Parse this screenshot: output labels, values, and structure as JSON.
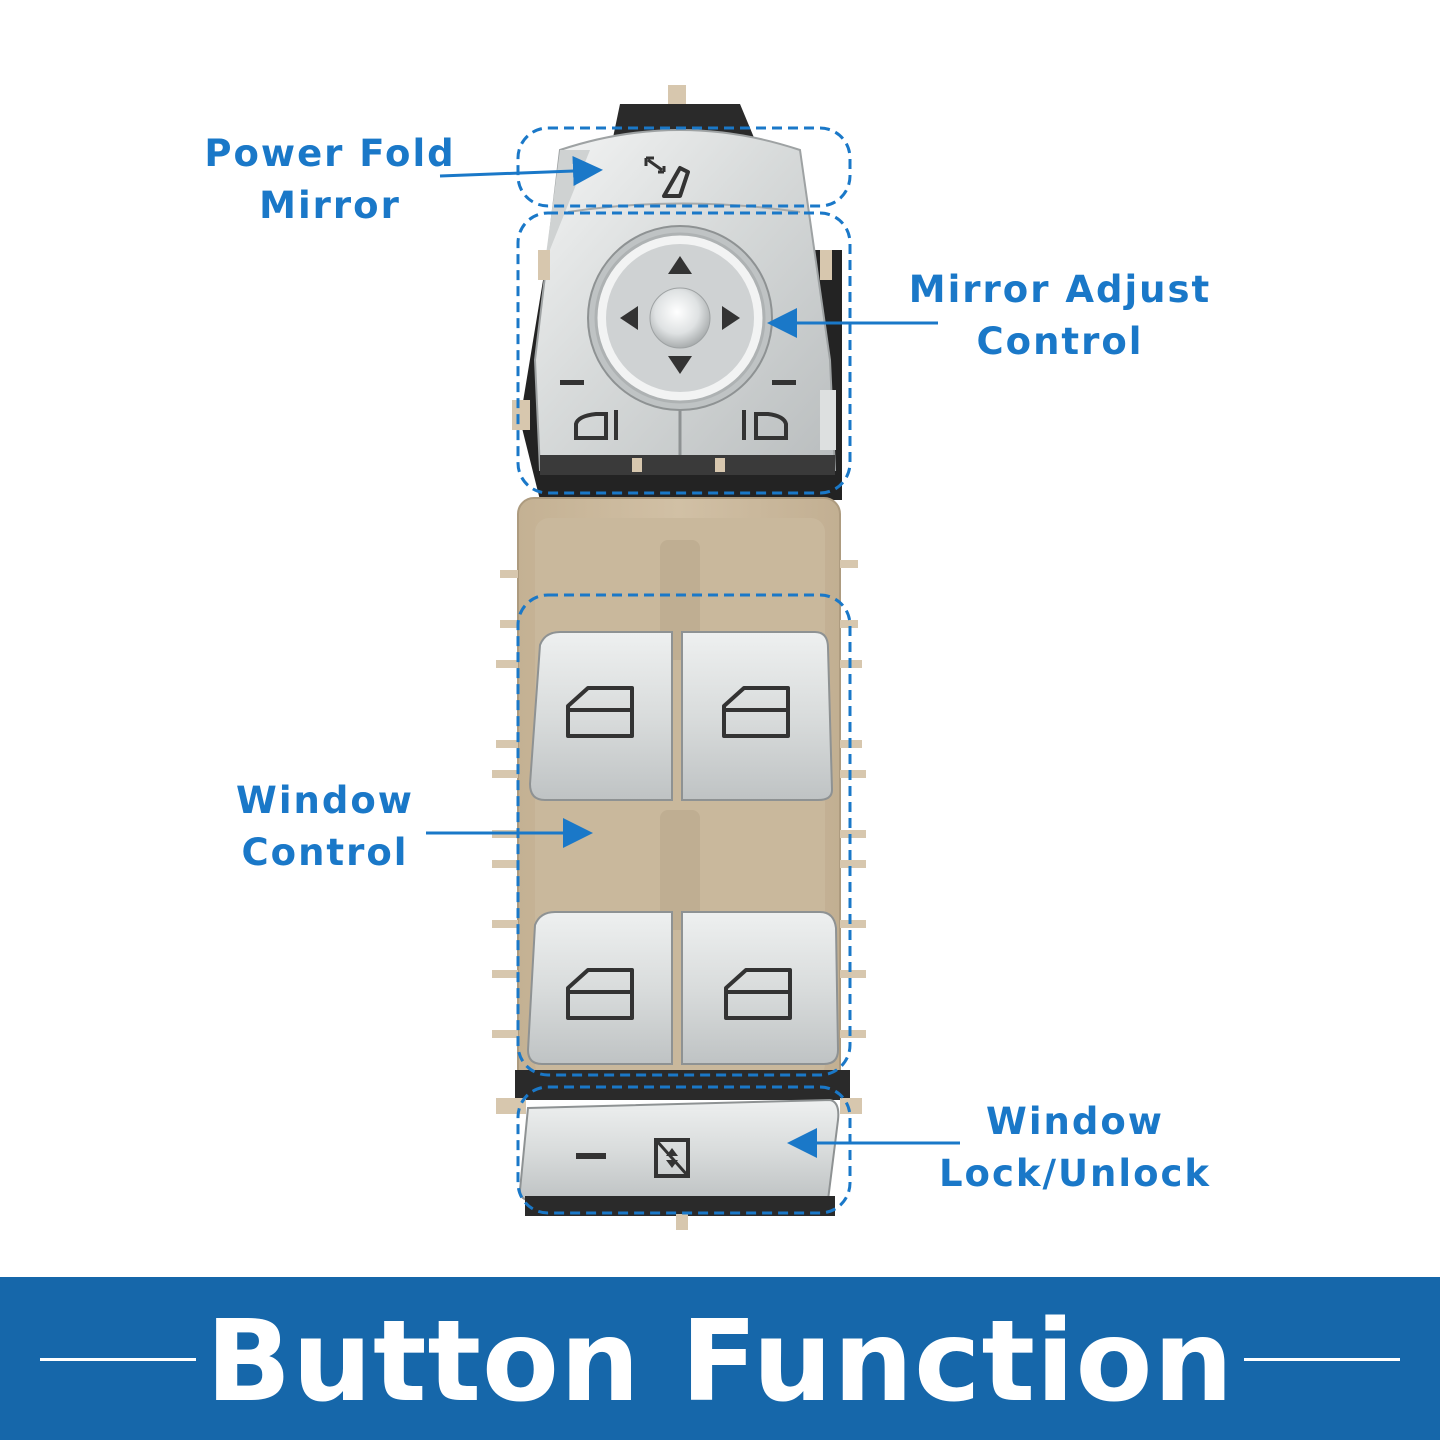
{
  "labels": {
    "power_fold": [
      "Power Fold",
      "Mirror"
    ],
    "mirror_adjust": [
      "Mirror Adjust",
      "Control"
    ],
    "window_control": [
      "Window",
      "Control"
    ],
    "window_lock": [
      "Window",
      "Lock/Unlock"
    ]
  },
  "banner": {
    "title": "Button Function"
  },
  "colors": {
    "label_blue": "#1a78c8",
    "banner_blue": "#1667aa",
    "bezel_beige": "#cdbba0",
    "chrome_silver": "#d8dcdc",
    "dark_trim": "#2a2a2a"
  },
  "icons": [
    "power-fold-mirror-icon",
    "arrow-up-icon",
    "arrow-down-icon",
    "arrow-left-icon",
    "arrow-right-icon",
    "left-mirror-icon",
    "right-mirror-icon",
    "window-icon",
    "window-lock-icon"
  ]
}
